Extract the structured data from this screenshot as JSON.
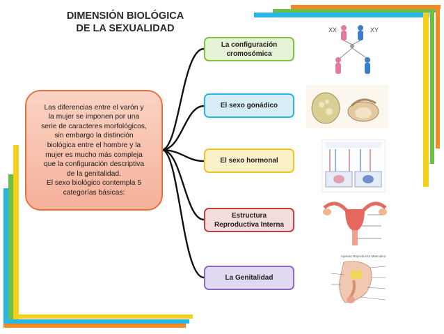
{
  "title": {
    "line1": "DIMENSIÓN BIOLÓGICA",
    "line2": "DE LA SEXUALIDAD"
  },
  "intro": {
    "lines": [
      "Las diferencias entre el varón y",
      "la mujer se imponen por una",
      "serie de caracteres morfológicos,",
      "sin embargo la distinción",
      "biológica entre el hombre y la",
      "mujer es mucho más compleja",
      "que la configuración descriptiva",
      "de la genitalidad.",
      "El sexo biológico contempla 5",
      "categorías básicas:"
    ]
  },
  "categories": [
    {
      "line1": "La configuración",
      "line2": "cromosómica",
      "color": "#7cc242",
      "fill": "#e6f3d6"
    },
    {
      "line1": "El sexo gonádico",
      "line2": "",
      "color": "#2bb5e6",
      "fill": "#d7eef9"
    },
    {
      "line1": "El sexo hormonal",
      "line2": "",
      "color": "#f3c321",
      "fill": "#fbf1c9"
    },
    {
      "line1": "Estructura",
      "line2": "Reproductiva Interna",
      "color": "#c2413f",
      "fill": "#f5dcdc"
    },
    {
      "line1": "La Genitalidad",
      "line2": "",
      "color": "#8d6bc2",
      "fill": "#e1d8f1"
    }
  ],
  "pictures": {
    "chromosome_labels": [
      "XX",
      "XY"
    ],
    "male_anatomy_label": "Aparato Reproductor Masculino"
  },
  "colors": {
    "accent_orange": "#e8723f",
    "line": "#111111"
  }
}
